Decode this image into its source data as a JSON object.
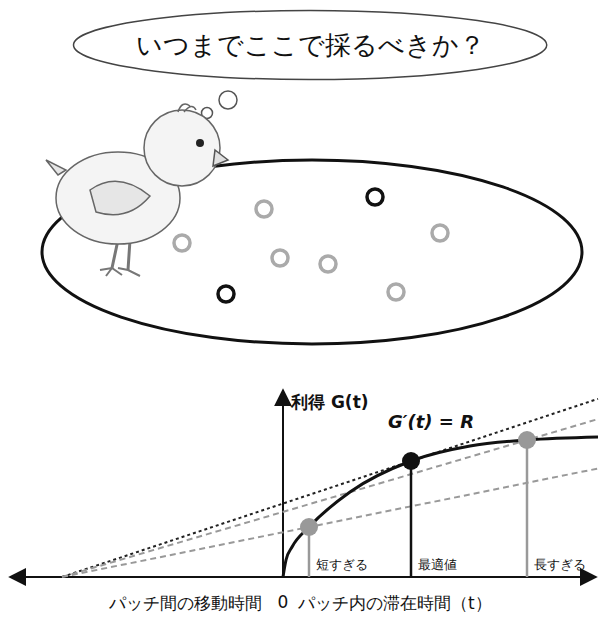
{
  "diagram": {
    "nodes": [
      {
        "text": [
          "いつまでここで採るべきか？"
        ]
      }
    ],
    "edges": [],
    "labels": [
      "利得 G(t)",
      "G′(t) = R",
      "短すぎる",
      "最適値",
      "長すぎる",
      "パッチ間の移動時間",
      "0",
      "パッチ内の滞在時間（t）"
    ]
  }
}
